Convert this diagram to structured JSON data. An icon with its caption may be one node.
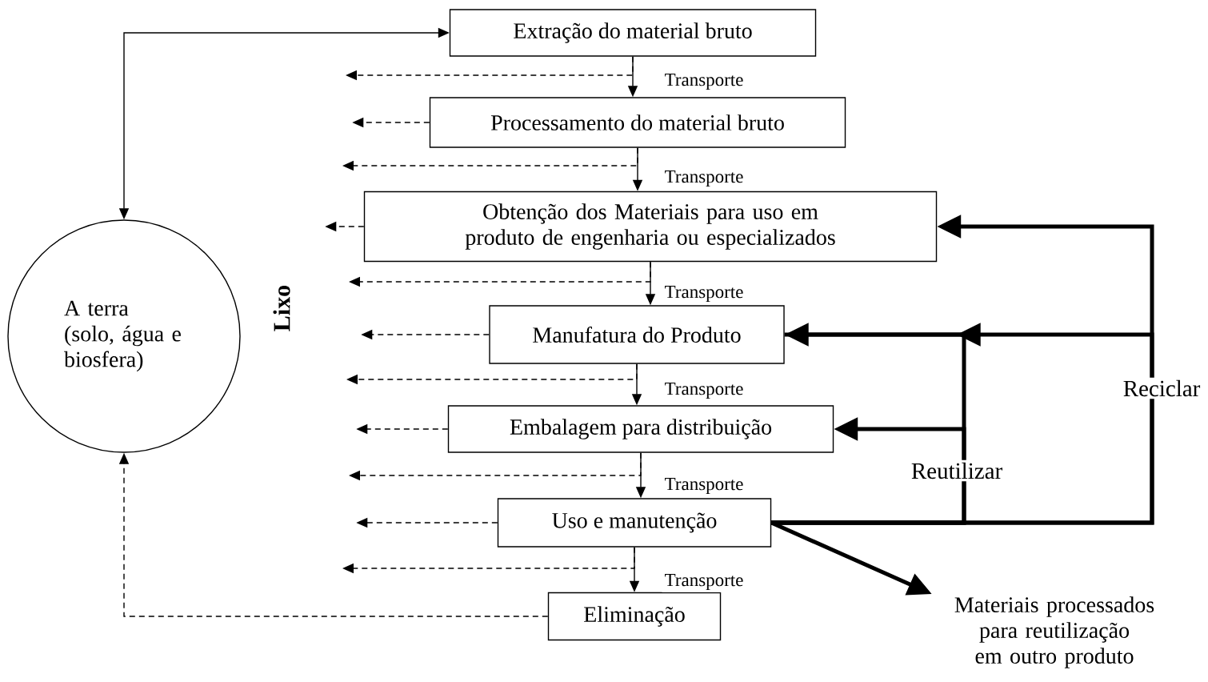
{
  "diagram": {
    "nodes": [
      {
        "text": [
          "Extração do material bruto"
        ]
      },
      {
        "text": [
          "Processamento do material bruto"
        ]
      },
      {
        "text": [
          "Obtenção dos Materiais para uso em produto de engenharia ou especializados"
        ]
      },
      {
        "text": [
          "Manufatura do Produto"
        ]
      },
      {
        "text": [
          "Embalagem para distribuição"
        ]
      },
      {
        "text": [
          "Uso e manutenção"
        ]
      },
      {
        "text": [
          "Eliminação"
        ]
      },
      {
        "text": [
          "A terra (solo, água e biosfera)"
        ]
      },
      {
        "text": [
          "Materiais processados para reutilização em outro produto"
        ]
      }
    ],
    "edges": [
      {
        "from": 7,
        "to": 0,
        "arrow": "both"
      },
      {
        "from": 0,
        "to": 1,
        "arrow": "to",
        "label": "Transporte"
      },
      {
        "from": 1,
        "to": 2,
        "arrow": "to",
        "label": "Transporte"
      },
      {
        "from": 2,
        "to": 3,
        "arrow": "to",
        "label": "Transporte"
      },
      {
        "from": 3,
        "to": 4,
        "arrow": "to",
        "label": "Transporte"
      },
      {
        "from": 4,
        "to": 5,
        "arrow": "to",
        "label": "Transporte"
      },
      {
        "from": 5,
        "to": 6,
        "arrow": "to",
        "label": "Transporte"
      },
      {
        "from": 6,
        "to": 7,
        "arrow": "to",
        "style": "dashed"
      },
      {
        "from": 0,
        "to": null,
        "arrow": "to",
        "style": "dashed"
      },
      {
        "from": 1,
        "to": null,
        "arrow": "to",
        "style": "dashed"
      },
      {
        "from": 2,
        "to": null,
        "arrow": "to",
        "style": "dashed"
      },
      {
        "from": 3,
        "to": null,
        "arrow": "to",
        "style": "dashed"
      },
      {
        "from": 4,
        "to": null,
        "arrow": "to",
        "style": "dashed"
      },
      {
        "from": 5,
        "to": null,
        "arrow": "to",
        "style": "dashed"
      },
      {
        "from": 1,
        "to": null,
        "arrow": "to",
        "style": "dashed"
      },
      {
        "from": 2,
        "to": null,
        "arrow": "to",
        "style": "dashed"
      },
      {
        "from": 3,
        "to": null,
        "arrow": "to",
        "style": "dashed"
      },
      {
        "from": 4,
        "to": null,
        "arrow": "to",
        "style": "dashed"
      },
      {
        "from": 5,
        "to": null,
        "arrow": "to",
        "style": "dashed"
      },
      {
        "from": 5,
        "to": 2,
        "arrow": "to",
        "style": "thick",
        "label": "Reciclar"
      },
      {
        "from": 5,
        "to": 3,
        "arrow": "to",
        "style": "thick"
      },
      {
        "from": 5,
        "to": 3,
        "arrow": "to",
        "style": "thick"
      },
      {
        "from": 5,
        "to": 4,
        "arrow": "to",
        "style": "thick",
        "label": "Reutilizar"
      },
      {
        "from": 5,
        "to": 8,
        "arrow": "to",
        "style": "thick"
      }
    ],
    "labels": [
      "Lixo"
    ]
  }
}
